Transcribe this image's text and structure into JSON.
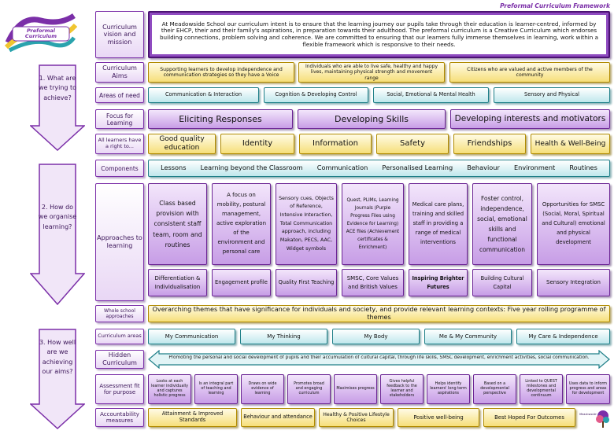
{
  "header": {
    "framework_title": "Preformal Curriculum Framework",
    "logo_text": "Preformal Curriculum"
  },
  "questions": {
    "q1": "1. What are we trying to achieve?",
    "q2": "2. How do we organise learning?",
    "q3": "3. How well are we achieving our aims?"
  },
  "rows": {
    "vision": {
      "label": "Curriculum vision and mission",
      "text": "At Meadowside School our curriculum intent is to ensure that the learning journey our pupils take through their education is learner-centred, informed by their EHCP, their and their family's aspirations, in preparation towards their adulthood. The preformal curriculum is a Creative Curriculum which endorses building connections, problem solving and coherence. We are committed to ensuring that our learners fully immerse themselves in learning, work within a flexible framework which is responsive to their needs."
    },
    "aims": {
      "label": "Curriculum Aims",
      "items": [
        "Supporting learners to develop independence and communication strategies so they have a Voice",
        "Individuals who are able to live safe, healthy and happy lives, maintaining physical strength and movement range",
        "Citizens who are valued and active members of the community"
      ]
    },
    "needs": {
      "label": "Areas of need",
      "items": [
        "Communication & Interaction",
        "Cognition & Developing Control",
        "Social, Emotional & Mental Health",
        "Sensory and Physical"
      ]
    },
    "focus": {
      "label": "Focus for Learning",
      "items": [
        "Eliciting Responses",
        "Developing Skills",
        "Developing interests and motivators"
      ]
    },
    "rights": {
      "label": "All learners have a right to...",
      "items": [
        "Good quality education",
        "Identity",
        "Information",
        "Safety",
        "Friendships",
        "Health & Well-Being"
      ]
    },
    "components": {
      "label": "Components",
      "items": [
        "Lessons",
        "Learning beyond the Classroom",
        "Communication",
        "Personalised Learning",
        "Behaviour",
        "Environment",
        "Routines"
      ]
    },
    "approaches": {
      "label": "Approaches to learning",
      "top": [
        "Class based provision with consistent staff team, room and routines",
        "A focus on mobility, postural management, active exploration of the environment and personal care",
        "Sensory cues, Objects of Reference, Intensive Interaction, Total Communication approach, including Makaton, PECS, AAC, Widget symbols",
        "Quest, PLIMs, Learning Journals (Purple Progress Files using Evidence for Learning) ACE files (Achievement certificates & Enrichment)",
        "Medical care plans, training and skilled staff in providing a range of medical interventions",
        "Foster control, independence, social, emotional skills and functional communication",
        "Opportunities for SMSC (Social, Moral, Spiritual and Cultural) emotional and physical development"
      ],
      "bottom": [
        "Differentiation & Individualisation",
        "Engagement profile",
        "Quality First Teaching",
        "SMSC, Core Values and British Values",
        "Inspiring Brighter Futures",
        "Building Cultural Capital",
        "Sensory Integration"
      ]
    },
    "whole_school": {
      "label": "Whole school approaches",
      "text": "Overarching themes that have significance for individuals and society, and provide relevant learning contexts: Five year rolling programme of themes"
    },
    "areas": {
      "label": "Curriculum areas",
      "items": [
        "My Communication",
        "My Thinking",
        "My Body",
        "Me & My Community",
        "My Care & Independence"
      ]
    },
    "hidden": {
      "label": "Hidden Curriculum",
      "text": "Promoting the personal and social development of pupils and their accumulation of cultural capital, through life skills, SMSC development, enrichment activities, social communication."
    },
    "assessment": {
      "label": "Assessment fit for purpose",
      "items": [
        "Looks at each learner individually and captures holistic progress",
        "Is an integral part of teaching and learning",
        "Draws on wide evidence of learning",
        "Promotes broad and engaging curriculum",
        "Maximises progress",
        "Gives helpful feedback to the learner and stakeholders",
        "Helps identify learners' long term aspirations",
        "Based on a developmental perspective",
        "Linked to QUEST milestones and developmental continuum",
        "Uses data to inform progress and areas for development"
      ]
    },
    "accountability": {
      "label": "Accountability measures",
      "items": [
        "Attainment & Improved Standards",
        "Behaviour and attendance",
        "Healthy & Positive Lifestyle Choices",
        "Positive well-being",
        "Best Hoped For Outcomes"
      ],
      "logo_text": "Meadowside"
    }
  },
  "colors": {
    "purple": "#6b2494",
    "yellow": "#f6df7a",
    "teal": "#1f7f88"
  }
}
